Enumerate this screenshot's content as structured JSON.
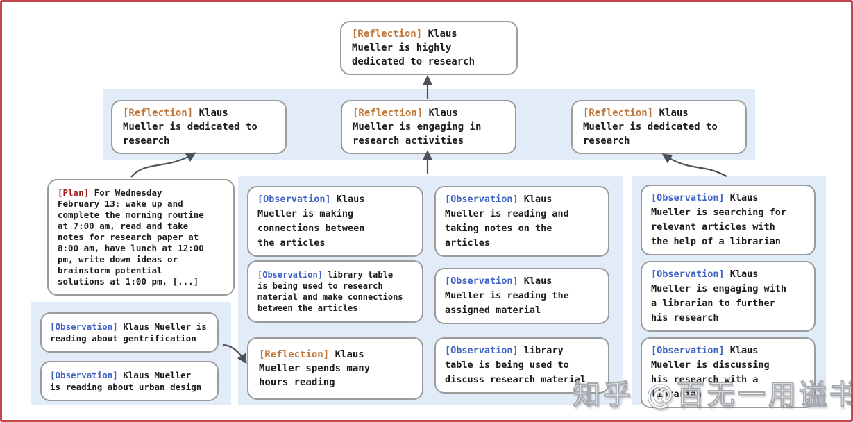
{
  "figure": {
    "description": "Memory tree of reflections, observations and a plan for agent Klaus Mueller"
  },
  "colors": {
    "frame_border": "#c5474e",
    "band_background": "#e2ecf9",
    "node_border": "#9b9b9b",
    "node_background": "#ffffff",
    "text": "#1c1c1e",
    "reflection_tag": "#bf7636",
    "observation_tag": "#3e63c4",
    "plan_tag": "#a1201d",
    "arrow": "#4d525a"
  },
  "nodes": [
    {
      "kind": "reflection",
      "tag": "[Reflection]",
      "text": " Klaus\nMueller is highly\ndedicated to research"
    },
    {
      "kind": "reflection",
      "tag": "[Reflection]",
      "text": " Klaus\nMueller is dedicated to\nresearch"
    },
    {
      "kind": "reflection",
      "tag": "[Reflection]",
      "text": " Klaus\nMueller is engaging in\nresearch activities"
    },
    {
      "kind": "reflection",
      "tag": "[Reflection]",
      "text": " Klaus\nMueller is dedicated to\nresearch"
    },
    {
      "kind": "plan",
      "tag": "[Plan]",
      "text": " For Wednesday\nFebruary 13: wake up and\ncomplete the morning routine\nat 7:00 am, read and take\nnotes for research paper at\n8:00 am, have lunch at 12:00\npm, write down ideas or\nbrainstorm potential\nsolutions at 1:00 pm, [...]"
    },
    {
      "kind": "observation",
      "tag": "[Observation]",
      "text": " Klaus Mueller is\nreading about gentrification"
    },
    {
      "kind": "observation",
      "tag": "[Observation]",
      "text": " Klaus Mueller\nis reading about urban design"
    },
    {
      "kind": "observation",
      "tag": "[Observation]",
      "text": " Klaus\nMueller is making\nconnections between\nthe articles"
    },
    {
      "kind": "observation",
      "tag": "[Observation]",
      "text": " library table\nis being used to research\nmaterial and make connections\nbetween the articles"
    },
    {
      "kind": "reflection",
      "tag": "[Reflection]",
      "text": " Klaus\nMueller spends many\nhours reading"
    },
    {
      "kind": "observation",
      "tag": "[Observation]",
      "text": " Klaus\nMueller is reading and\ntaking notes on the\narticles"
    },
    {
      "kind": "observation",
      "tag": "[Observation]",
      "text": " Klaus\nMueller is reading the\nassigned material"
    },
    {
      "kind": "observation",
      "tag": "[Observation]",
      "text": " library\ntable is being used to\ndiscuss research material"
    },
    {
      "kind": "observation",
      "tag": "[Observation]",
      "text": " Klaus\nMueller is searching for\nrelevant articles with\nthe help of a librarian"
    },
    {
      "kind": "observation",
      "tag": "[Observation]",
      "text": " Klaus\nMueller is engaging with\na librarian to further\nhis research"
    },
    {
      "kind": "observation",
      "tag": "[Observation]",
      "text": " Klaus\nMueller is discussing\nhis research with a\nlibrarian"
    }
  ],
  "watermark": {
    "text": "知乎 @百无一用谥书生"
  }
}
